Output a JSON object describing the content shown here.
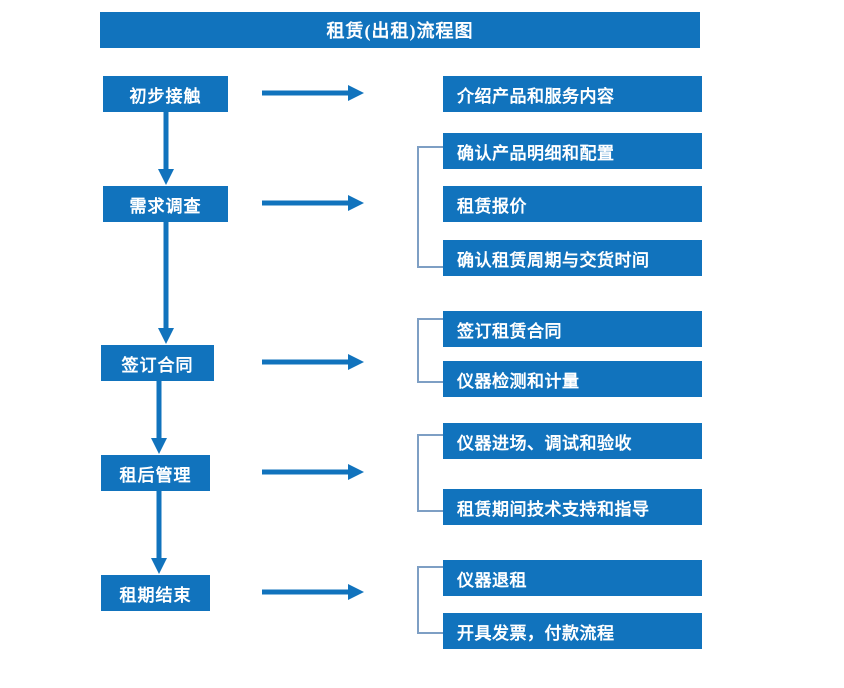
{
  "diagram": {
    "title": "租赁(出租)流程图",
    "accent_color": "#1173bd",
    "bracket_color": "#7e9fc4",
    "arrow_color": "#1173bd",
    "background_color": "#ffffff",
    "type": "flowchart",
    "stages": [
      {
        "id": "stage-1",
        "label": "初步接触",
        "details": [
          "介绍产品和服务内容"
        ],
        "has_bracket": false
      },
      {
        "id": "stage-2",
        "label": "需求调查",
        "details": [
          "确认产品明细和配置",
          "租赁报价",
          "确认租赁周期与交货时间"
        ],
        "has_bracket": true
      },
      {
        "id": "stage-3",
        "label": "签订合同",
        "details": [
          "签订租赁合同",
          "仪器检测和计量"
        ],
        "has_bracket": true
      },
      {
        "id": "stage-4",
        "label": "租后管理",
        "details": [
          "仪器进场、调试和验收",
          "租赁期间技术支持和指导"
        ],
        "has_bracket": true
      },
      {
        "id": "stage-5",
        "label": "租期结束",
        "details": [
          "仪器退租",
          "开具发票，付款流程"
        ],
        "has_bracket": true
      }
    ],
    "detail_boxes": [
      "介绍产品和服务内容",
      "确认产品明细和配置",
      "租赁报价",
      "确认租赁周期与交货时间",
      "签订租赁合同",
      "仪器检测和计量",
      "仪器进场、调试和验收",
      "租赁期间技术支持和指导",
      "仪器退租",
      "开具发票，付款流程"
    ]
  }
}
